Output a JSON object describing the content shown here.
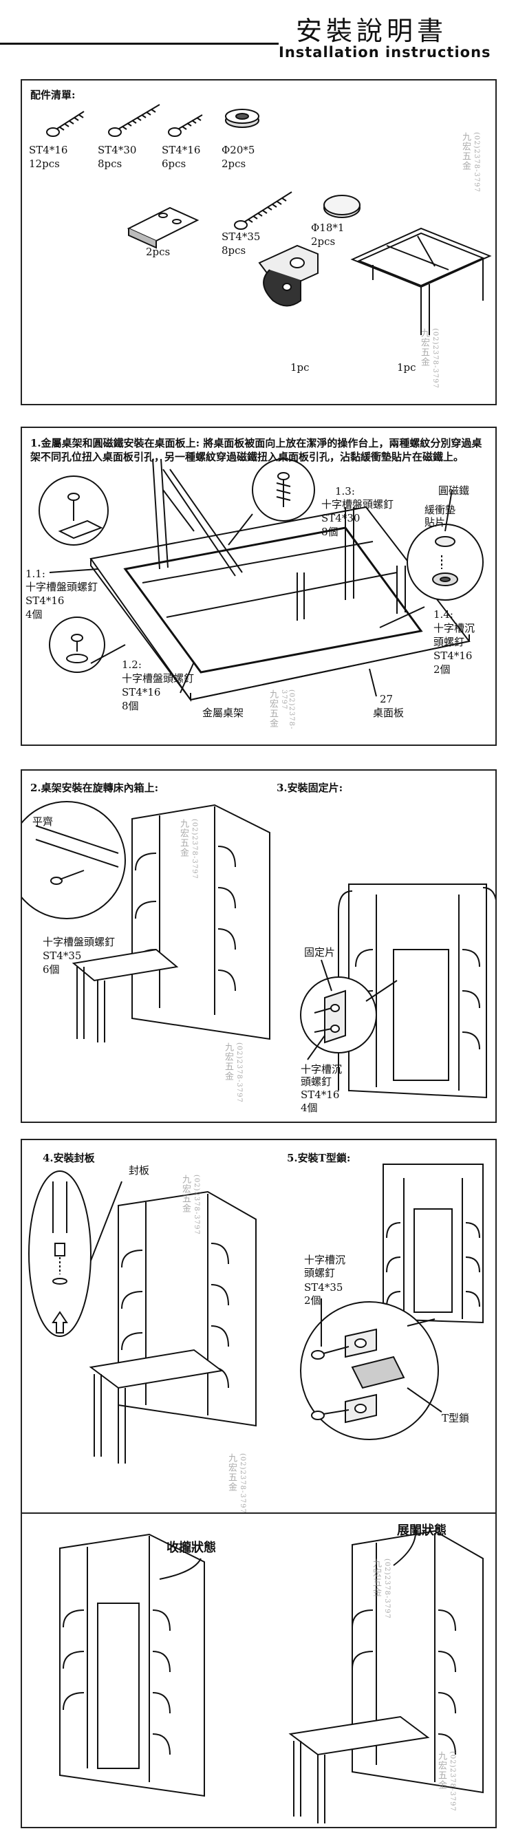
{
  "header": {
    "title": "安裝說明書",
    "subtitle": "Installation instructions"
  },
  "parts": {
    "heading": "配件清單:",
    "items": [
      {
        "code": "ST4*16",
        "qty": "12pcs"
      },
      {
        "code": "ST4*30",
        "qty": "8pcs"
      },
      {
        "code": "ST4*16",
        "qty": "6pcs"
      },
      {
        "code": "Φ20*5",
        "qty": "2pcs"
      },
      {
        "code": "",
        "qty": "2pcs"
      },
      {
        "code": "ST4*35",
        "qty": "8pcs"
      },
      {
        "code": "Φ18*1",
        "qty": "2pcs"
      },
      {
        "code": "",
        "qty": "1pc"
      },
      {
        "code": "",
        "qty": "1pc"
      }
    ]
  },
  "watermark": {
    "brand": "九宏五金",
    "phone": "(02)2378-3797"
  },
  "step1": {
    "text": "1.金屬桌架和圓磁鐵安裝在桌面板上: 將桌面板被面向上放在潔淨的操作台上，兩種螺紋分別穿過桌架不同孔位扭入桌面板引孔，另一種螺紋穿過磁鐵扭入桌面板引孔，沾黏緩衝墊貼片在磁鐵上。",
    "s11": {
      "num": "1.1:",
      "name": "十字槽盤頭螺釘",
      "code": "ST4*16",
      "qty": "4個"
    },
    "s12": {
      "num": "1.2:",
      "name": "十字槽盤頭螺釘",
      "code": "ST4*16",
      "qty": "8個"
    },
    "s13": {
      "num": "1.3:",
      "name": "十字槽盤頭螺釘",
      "code": "ST4*30",
      "qty": "8個"
    },
    "s14": {
      "num": "1.4:",
      "name1": "十字槽沉",
      "name2": "頭螺釘",
      "code": "ST4*16",
      "qty": "2個"
    },
    "magnet": "圓磁鐵",
    "pad1": "緩衝墊",
    "pad2": "貼片",
    "frame": "金屬桌架",
    "board": "桌面板",
    "num27": "27"
  },
  "step2": {
    "title": "2.桌架安裝在旋轉床內箱上:",
    "flush": "平齊",
    "screw": "十字槽盤頭螺釘",
    "code": "ST4*35",
    "qty": "6個"
  },
  "step3": {
    "title": "3.安裝固定片:",
    "plate": "固定片",
    "screw1": "十字槽沉",
    "screw2": "頭螺釘",
    "code": "ST4*16",
    "qty": "4個"
  },
  "step4": {
    "title": "4.安裝封板",
    "board": "封板"
  },
  "step5": {
    "title": "5.安裝T型鎖:",
    "screw1": "十字槽沉",
    "screw2": "頭螺釘",
    "code": "ST4*35",
    "qty": "2個",
    "lock": "T型鎖"
  },
  "states": {
    "closed": "收攏狀態",
    "open": "展開狀態"
  }
}
